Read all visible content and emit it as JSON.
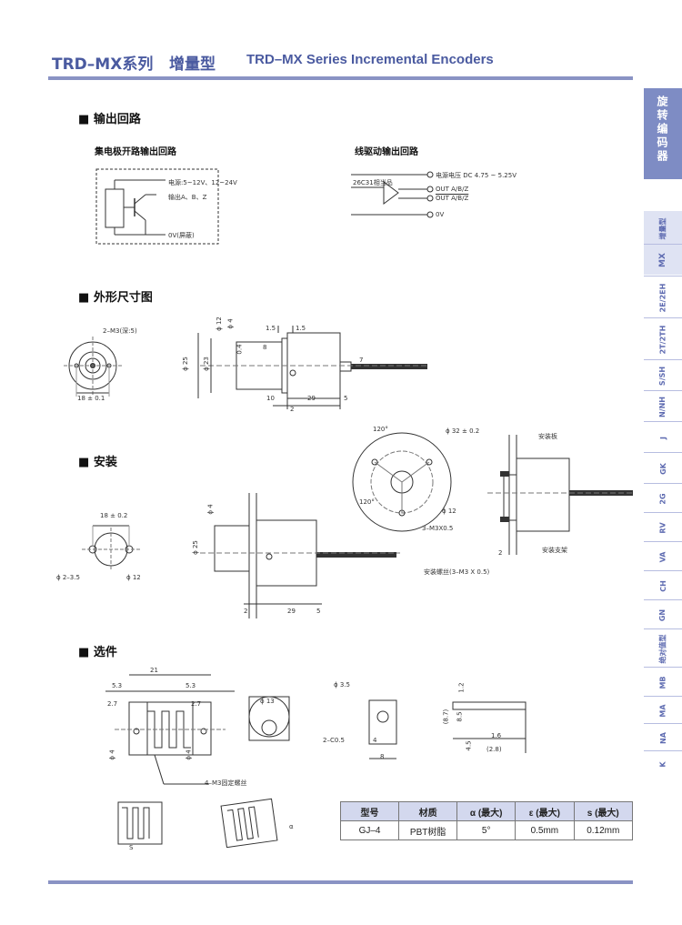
{
  "header": {
    "title_cn": "TRD–MX系列",
    "subtitle_cn": "增量型",
    "title_en": "TRD–MX Series Incremental Encoders"
  },
  "sidebar": {
    "banner": "旋转编码器",
    "tabs": [
      "增量型",
      "MX",
      "2E/2EH",
      "2T/2TH",
      "S/SH",
      "N/NH",
      "J",
      "GK",
      "2G",
      "RV",
      "VA",
      "CH",
      "GN",
      "绝对值型",
      "MB",
      "MA",
      "NA",
      "K"
    ]
  },
  "sections": {
    "output": {
      "title": "输出回路",
      "left_title": "集电极开路输出回路",
      "left_labels": [
        "电源:5~12V、12~24V",
        "输出A、B、Z",
        "0V(屏蔽)"
      ],
      "right_title": "线驱动输出回路",
      "right_labels": [
        "电源电压 DC 4.75 ~ 5.25V",
        "26C31相当品",
        "OUT A/B/Z",
        "OUT A/B/Z",
        "0V"
      ]
    },
    "dimensions": {
      "title": "外形尺寸图",
      "labels": [
        "2–M3(深:5)",
        "18 ± 0.1",
        "ϕ 12",
        "ϕ 4",
        "1.5",
        "1.5",
        "8",
        "0.4",
        "ϕ 25",
        "ϕ 23",
        "7",
        "10",
        "29",
        "5",
        "2"
      ]
    },
    "install": {
      "title": "安装",
      "labels_left": [
        "18 ± 0.2",
        "ϕ 2–3.5",
        "ϕ 12",
        "ϕ 4",
        "ϕ 25",
        "2",
        "29",
        "5"
      ],
      "labels_right": [
        "120°",
        "ϕ 32 ± 0.2",
        "120°",
        "ϕ 12",
        "3–M3X0.5",
        "安装板",
        "安装支架",
        "2",
        "安装螺丝(3–M3 X 0.5)"
      ]
    },
    "accessories": {
      "title": "选件",
      "labels": [
        "21",
        "5.3",
        "5.3",
        "2.7",
        "2.7",
        "ϕ 4",
        "ϕ 4",
        "4–M3固定螺丝",
        "ϕ 13",
        "ϕ 3.5",
        "2–C0.5",
        "4",
        "8",
        "1.2",
        "8.5",
        "(8.7)",
        "4.5",
        "1.6",
        "(2.8)",
        "S",
        "α"
      ]
    }
  },
  "spec_table": {
    "headers": [
      "型号",
      "材质",
      "α (最大)",
      "ε (最大)",
      "s (最大)"
    ],
    "row": [
      "GJ–4",
      "PBT树脂",
      "5°",
      "0.5mm",
      "0.12mm"
    ]
  },
  "colors": {
    "accent": "#4a5aa0",
    "rule": "#8a93c4",
    "table_head": "#d3d8ee"
  }
}
